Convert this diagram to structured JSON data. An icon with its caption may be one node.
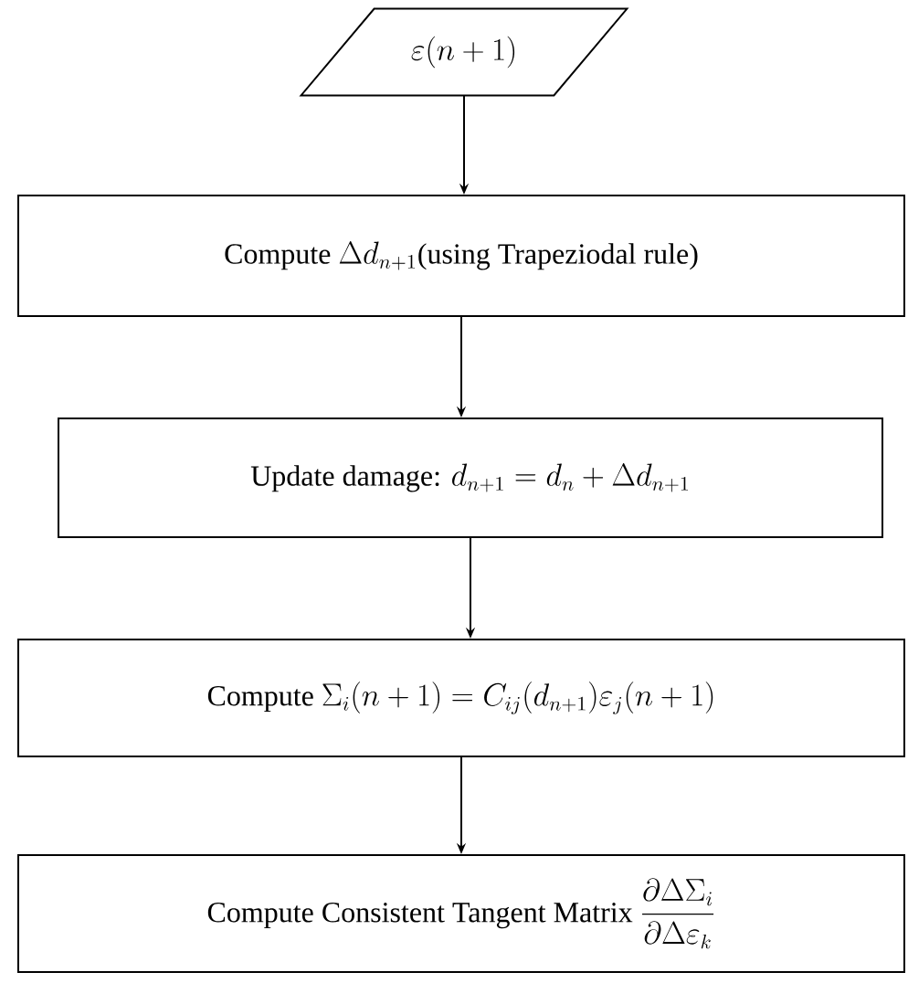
{
  "diagram": {
    "nodes": [
      {
        "text": [
          "\\varepsilon(n+1)"
        ]
      },
      {
        "text": [
          "\\text{Compute }\\Delta d_{n+1}\\text{(using Trapeziodal rule)}"
        ]
      },
      {
        "text": [
          "\\text{Update damage: }d_{n+1}=d_n+\\Delta d_{n+1}"
        ]
      },
      {
        "text": [
          "\\text{Compute }\\Sigma_i(n+1)=C_{ij}(d_{n+1})\\varepsilon_j(n+1)"
        ]
      },
      {
        "text": [
          "\\text{Compute Consistent Tangent Matrix }\\dfrac{\\partial\\Delta\\Sigma_i}{\\partial\\Delta\\varepsilon_k}"
        ]
      }
    ],
    "edges": [
      {
        "from": 0,
        "to": 1,
        "arrow": "to"
      },
      {
        "from": 1,
        "to": 2,
        "arrow": "to"
      },
      {
        "from": 2,
        "to": 3,
        "arrow": "to"
      },
      {
        "from": 3,
        "to": 4,
        "arrow": "to"
      }
    ]
  }
}
